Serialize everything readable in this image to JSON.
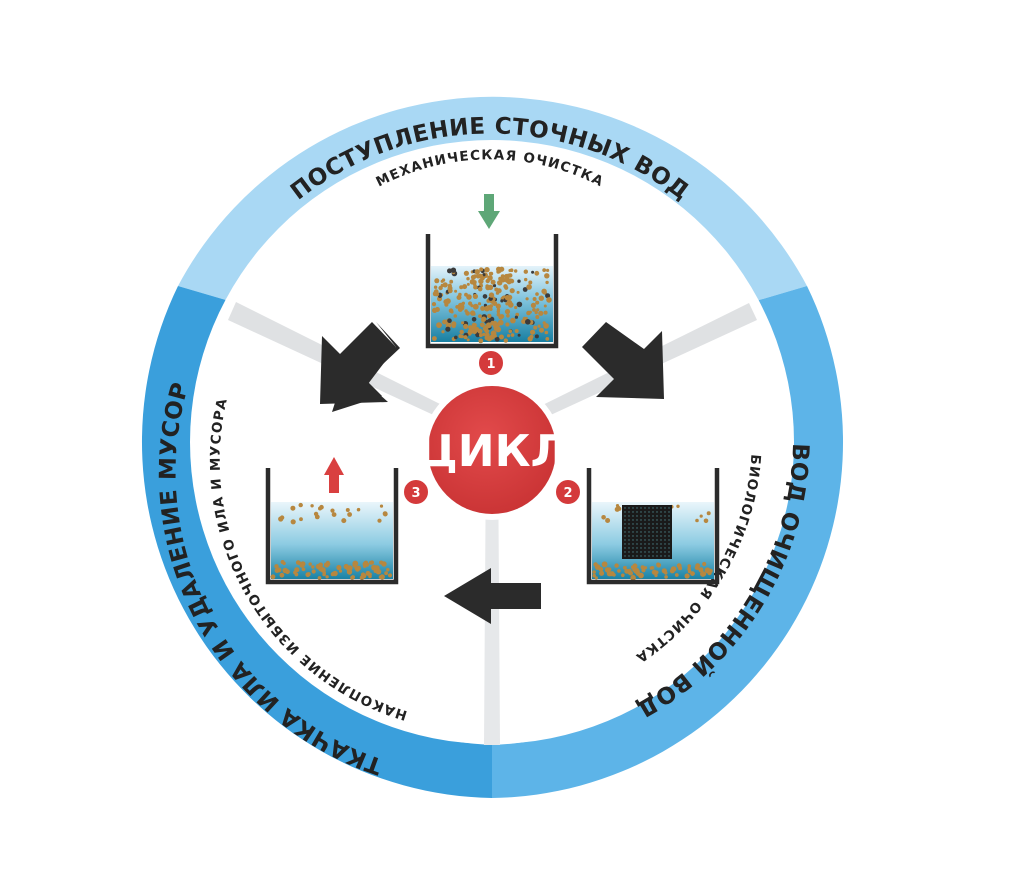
{
  "ring": {
    "top_label": "ПОСТУПЛЕНИЕ СТОЧНЫХ ВОД",
    "right_label": "ОТВОД ОЧИЩЕННОЙ ВОДЫ",
    "left_label": "ОТКАЧКА ИЛА И УДАЛЕНИЕ МУСОРА"
  },
  "stages": {
    "mechanical": "МЕХАНИЧЕСКАЯ ОЧИСТКА",
    "biological": "БИОЛОГИЧЕСКАЯ ОЧИСТКА",
    "accumulation": "НАКОПЛЕНИЕ ИЗБЫТОЧНОГО ИЛА И МУСОРА"
  },
  "center": {
    "label": "ЦИКЛ"
  },
  "badges": {
    "one": "1",
    "two": "2",
    "three": "3"
  },
  "colors": {
    "ring_top": "#a9d8f4",
    "ring_right": "#5db4e8",
    "ring_left": "#3a9fdc",
    "sector_shadow": "#dfe1e3",
    "center": "#d43a3b",
    "badge": "#d43a3b",
    "arrow_dark": "#2b2b2b",
    "arrow_green": "#5ea777",
    "arrow_red": "#d94040",
    "water_top": "#e2f2fa",
    "water_bottom": "#1c86a8",
    "particles": "#b7873f",
    "bio_block": "#1a1a1a"
  },
  "icons": [
    "arrow-down-icon",
    "arrow-up-icon",
    "arrow-left-icon",
    "bio-media-icon"
  ]
}
